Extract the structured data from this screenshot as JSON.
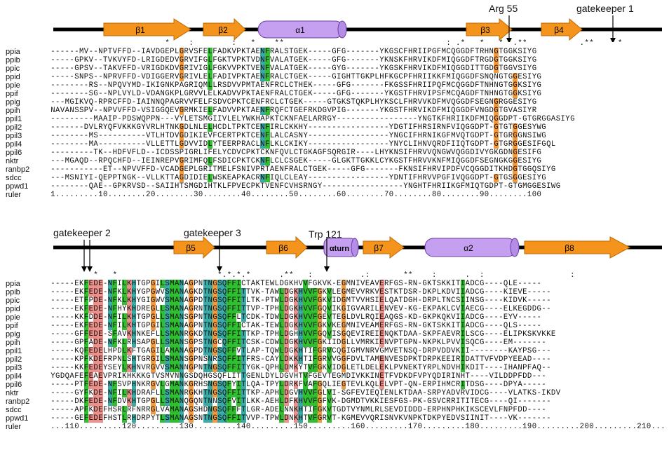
{
  "annotations": {
    "arg55": "Arg 55",
    "gk1": "gatekeeper 1",
    "gk2": "gatekeeper 2",
    "gk3": "gatekeeper 3",
    "trp121": "Trp 121"
  },
  "top": {
    "elements": [
      {
        "label": "β1",
        "kind": "strand"
      },
      {
        "label": "β2",
        "kind": "strand"
      },
      {
        "label": "α1",
        "kind": "helix"
      },
      {
        "label": "β3",
        "kind": "strand"
      },
      {
        "label": "β4",
        "kind": "strand"
      }
    ],
    "conservation": "                        *    :        :   *    **                                  : .*   *   *  .**           .**     *           *  :  ",
    "names": [
      "ppia",
      "ppib",
      "ppic",
      "ppid",
      "ppie",
      "ppif",
      "ppig",
      "ppih",
      "ppil1",
      "ppil2",
      "ppil3",
      "ppil4",
      "ppil6",
      "nktr",
      "ranbp2",
      "sdcc",
      "ppwd1",
      "ruler"
    ],
    "rows": [
      "------MV--NPTVFFD--IAVDGEPLGRVSFELFADKVPKTAENFRALSTGEK-----GFG-------YKGSCFHRIIPGFMCQGGDFTRHNGTGGKSIYG",
      "-----GPKV--TVKVYFD-LRIGDEDVGRVIFGLFGKTVPKTVDNFVALATGEK-----GFG-------YKNSKFHRVIKDFMIQGGDFTRGDGTGGKSIYG",
      "-----GPSV--TAKVFFD-VRIGDKDVGRIVIGLFGKVVPKTVENFVALATGEK-----GYG-------YKGSKFHRVIKDFMIQGGDITTGDGTGGVSIYG",
      "-----SNPS--NPRVFFD-VDIGGERVGRIVLELFADIVPKTAENFRALCTGEK-----GIGHTTGKPLHFKGCPFHRIIKKFMIQGGDFSNQNGTGGESIYG",
      "--------RS--NPQVYMD-IKIGNKPAGRIQMLLRSDVVPMTAENFRCLCTHEK-----GFG-------FKGSSFHRIIPQFMCQGGDFTNHNGTGGKSIYG",
      "--------SG--NPLVYLD-VDANGKPLGRVVLELKADVVPKTAENFRALCTGEK-----GFG-------YKGSTFHRVIPSFMCQAGDFTNHNGTGGKSIYG",
      "---MGIKVQ-RPRCFFD-IAINNQPAGRVVFELFSDVCPKTCENFRCLCTGEK-----GTGKSTQKPLHYKSCLFHRVVKDFMVQGGDFSEGNGRGGESIYG",
      "NAVANSSPV--NPVVFFD-VSIGGQEVGRMKIELFADVVPKTAENFRQFCTGEFRKDGVPIG-------YKGSTFHRVIKDFMIQGGDFVNGDGTGVASIYR",
      "---------MAAIP-PDSWQPPN---VYLETSMGIIVLELYWKHAPKTCKNFAELARRGY-----------------YNGTKFHRIIKDFMIQGGDPT-GTGRGGASIYG",
      "-------DVLRYQFVKKKGYVRLHTNKGDLNLELHCDLTPKTCENFIRLCKKHY-----------------YDGTIFHRSIRNFVIQGGDPT-GTGTGGESYWG",
      "--------MS----------VTLHTDVGDIKIEVFCERTPKTCENFLALCASNY-----------------YNGCIFHRNIKGFMVQTGDPT-GTGRGGNSIWG",
      "--------MA----------VLLETTLGDVVIDLYTEERPRACLNFLKLCKIKY-----------------YNYCLIHNVQRDFIIQTGDPT-GTGRGGESIFGQL",
      "---------TK--HDFVFLD--ICDSSPIGRLIFELYCDVCPKTCKNFQVLCTGKAGFSQRGIR----LHYKNSIFHRVVQNGWVQGGDIVYGKGDNGESIFG",
      "---MGAQD--RPQCHFD--IEINREPVGRIMFQLFSDICPKTCKNFLCLCSGEK-----GLGKTTGKKLCYKGSTFHRVVKNFMIQGGDFSEGNGKGGESIYG",
      "-----------ET--NPVVFFD-VCADGEPLGRITMELFSNIVPRTAENFRALCTGEK-----GFG-------FKNSIFHRVIPDFVCQGGDITKHDGTGGQSIYG",
      "---MSNIYI-QEPPTNGK--VLLKTTAGDIDIELWSKEAPKACRNFIQLCLEAY-----------------YDNTIFHRVVPGFIVQGGDPT-GTGSGGESIYG",
      "--------QAE--GPKRVSD--SAIIHTSMGDIHTKLFPVECPKTVENFCVHSRNGY-----------------YNGHTFHRIIKGFMIQTGDPT-GTGMGGESIWG",
      "1.........10........20........30........40........50........60........70........80........90........100"
    ]
  },
  "bottom": {
    "elements": [
      {
        "label": "β5",
        "kind": "strand"
      },
      {
        "label": "β6",
        "kind": "strand"
      },
      {
        "label": "αturn",
        "kind": "helix"
      },
      {
        "label": "β7",
        "kind": "strand"
      },
      {
        "label": "α2",
        "kind": "helix"
      },
      {
        "label": "β8",
        "kind": "strand"
      }
    ],
    "conservation": "         *   *                     *.*.*.*      .**   :          .:       **    :      .  :                  :                            ",
    "rows": [
      "-----EKFEDE-NFILKHTGPGILSMANAGPNTNGSQFFICTAKTEWLDGKHVVFGKVK-EGMNIVEAVERFGS-RN-GKTSKKITIADCG----QLE-----",
      "-----EKFEDE-NFKLKHYGPGWVSMANAGKDTNGSQFFITTVK-TAWLDGKHVVFGKVLEGMEVVRKVESTKTDSR-DKPLKDVIIADCG----KIEVE-----",
      "-----ETFPDE-NFKLKHYGIGWVSMANAGPDTNGSQFFITLTK-PTWLDGKHVVFGKVIDGMTVVHSIELQATDGH-DRPLTNCSIINSG----KIDVK-----",
      "-----EKFEDE-NFHYKHDREGLLSMANAGRNTNGSQFFITTVP-TPHLDGKHVVFGQVIKGIGVARILENVEV-KG-EKPAKLCVIAECG----ELKEGDDG--",
      "-----KKFDDE-NFILKHTGPGLLSMANSGPNTNGSQFFLTCDK-TDWLDGKHVVFGEVTEGLDVLRQIEAQGS-KD-GKPKQKVIIADCG----EYV-----",
      "-----EKFEDE-NFILKHTGPGILSMANAGPNTNGSQFFICTAK-TEWLDGKHVVFGKVKEGMNIVEAMERFGS-RN-GKTSKKITIADCG----QLS-----",
      "-----GFFEDE-SFAVKHNKEFLLSMANRGKDTNGSQFFITTKP-TPHLDGHHVVFGQVISGQEVIREIENQKTDAA-SKPFAEVRILSCG----ELIPKSKVKKE",
      "-----GPFADE-NFKLRHSAPGLLSMANSGPSTNGCQFFITCSK-CDWLDGKHVVFGKIIDGLLVMRKIENVPTGPN-NKPKLPVVISQCG----EM-------",
      "-----KQFEDELHPDLKFTGAGILAMANAGPDTNGSQFFVTLAP-TQWLDGKHTIFGRVCQGIGMVNRVGMVETNSQ-DRPVDDVKII--------KAYPSG---",
      "-----KPFKDEFRPNLSHTGRGILSMANSGPNSNRSQFFITFRS-CAYLDKKHTIFGRVVGGFDVLTAMENVESDPKTDRPKEEIRIDATTVFVDPYEEAD----",
      "-----KKFEDEYSEYLKHNVRGVVSMANNGPNTNGSQFFITYGK-QPHLDMKYTVFGKVIDGLETLDELEKLPVNEKTYRPLNDVHIKDIT----IHANPFAQ--",
      "YGDQAFEFEAEVPRIKHKKKGTVSMVNNGSDQHGSQFLITTGENLDYLDGVHTVFGEVTEGMDIVKKINETFVDKDFVPYQDIRINHT----VILDDPFDD---",
      "-----PTFEDE-NFSVPHNKRGVLGMANKGRHSNGSQFYITLQA-TPYLDRKFVAFGQLIEGTEVLKQLELVPT-QN-ERPIHMCRITDSG----DPYA-----",
      "-----GYFKDE-NFILKHDRAFLLSMANRGKHTNGSQFFITTKP-APHLDGVHVVFGLVI-SGFEVIEQIENLKTDAA-SRPYADVRVIDCG----VLATKS-IKDV",
      "-----DKFEDE-NFDVKHTGPGLLSMANQGQNTNNSQFVITLKK-AEHLDFKHVVFGFVK-DGMDTVKKIESFGS-PK-GSVCRRITITECG----QI-------",
      "-----APFKDEFHSRLRFNRRGLVAMANAGSHDNGSQFFFTLGR-ADELNNKHTIFGKVTGDTVYNMLRLSEVDIDDD-ERPHNPHKIKSCEVLFNPFDD----",
      "-----GEFEDEFHSTLRHDRPYTLSMANAGSNTNGSQFFITVVP-TPWLDNKHTVFGRVT-KGMEVVQRISNVKVNPKTDKPYEDVSIINIT----VK-------",
      "...110.........120.........130.........140.........150.........160.........170.........180.........190.........200.........210..."
    ]
  }
}
